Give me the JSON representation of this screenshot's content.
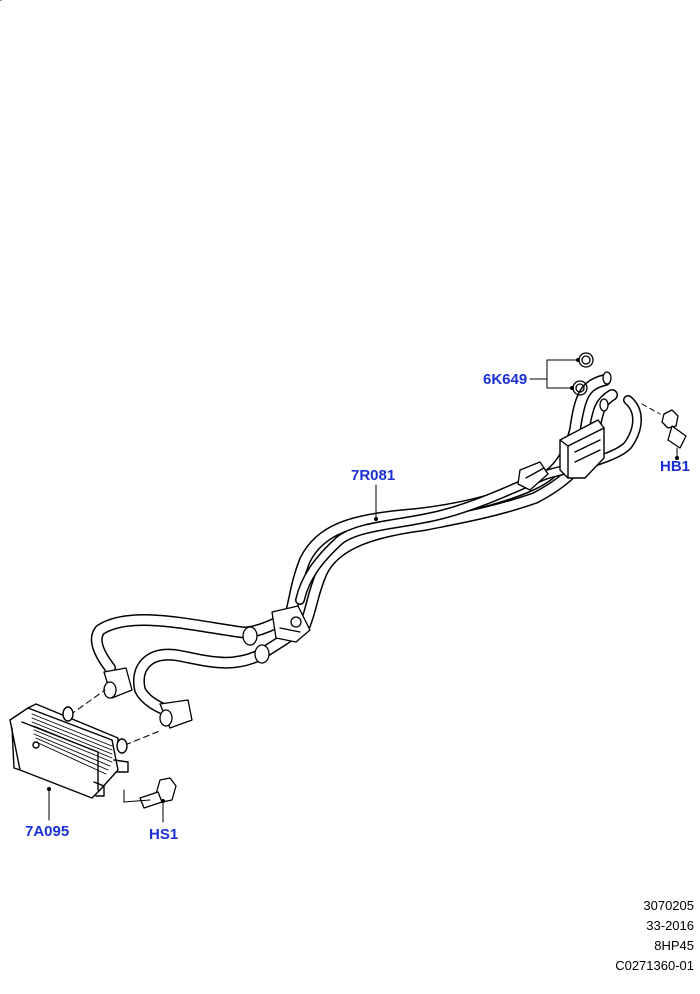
{
  "colors": {
    "callout": "#1a2fd6",
    "line": "#000000"
  },
  "callouts": {
    "gasket": "6K649",
    "bolt_right": "HB1",
    "pipe_assembly": "7R081",
    "cooler": "7A095",
    "bolt_left": "HS1"
  },
  "footer": {
    "line1": "3070205",
    "line2": "33-2016",
    "line3": "8HP45",
    "line4": "C0271360-01"
  }
}
